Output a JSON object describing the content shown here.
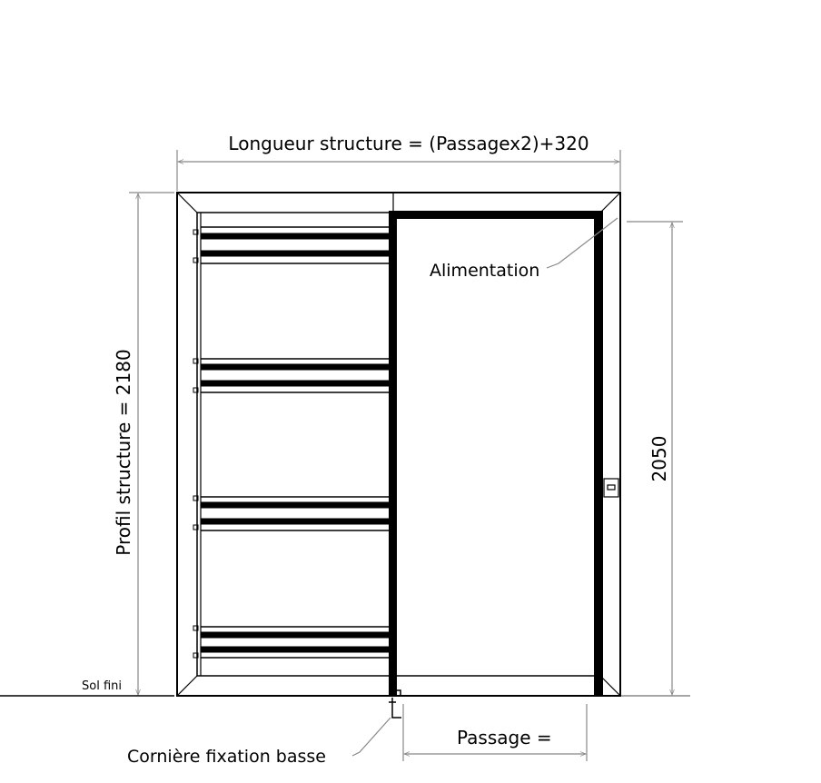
{
  "labels": {
    "length": "Longueur structure = (Passagex2)+320",
    "profile": "Profil structure = 2180",
    "height": "2050",
    "power": "Alimentation",
    "floor": "Sol fini",
    "bracket": "Cornière fixation basse",
    "passage": "Passage ="
  },
  "colors": {
    "line": "#000000",
    "dimension": "#888888"
  }
}
